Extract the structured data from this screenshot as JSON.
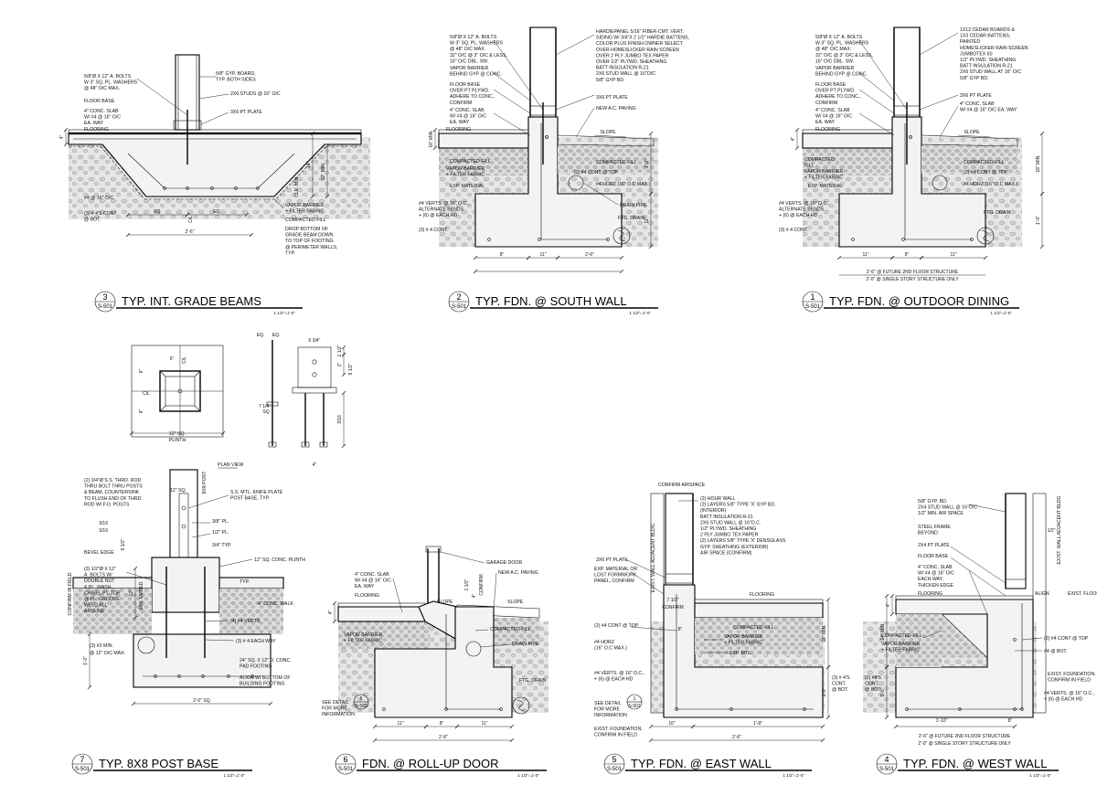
{
  "sheet": "S-501",
  "details": [
    {
      "id": "det3",
      "number": "3",
      "title": "TYP. INT. GRADE BEAMS",
      "scale": "1 1/2\"=1'-0\"",
      "labels": [
        "5/8\"Ø X 12\" A. BOLTS",
        "W 3\" SQ. PL. WASHERS",
        "@ 48\" O/C MAX.",
        "5/8\" GYP. BOARD,",
        "TYP. BOTH SIDES",
        "2X6 STUDS @ 16\" O/C",
        "FLOOR BASE",
        "4\" CONC. SLAB",
        "W/ #4 @ 16\" O/C",
        "EA. WAY",
        "3X6 PT PLATE",
        "FLOORING",
        "#4 @ 16\" O/C",
        "(3) # 4'S CONT.",
        "@ BOT.",
        "VAPOR BARRIER",
        "+ FILTER FABRIC",
        "COMPACTED FILL",
        "DROP BOTTOM OF",
        "GRADE BEAM DOWN",
        "TO TOP OF FOOTING",
        "@ PERIMETER WALLS,",
        "TYP."
      ],
      "dims": [
        "4\"",
        "14\"",
        "12\" MIN.",
        "EQ.",
        "EQ.",
        "2'-6\"",
        "CLR. MIN.",
        "C/L"
      ]
    },
    {
      "id": "det2",
      "number": "2",
      "title": "TYP. FDN. @ SOUTH WALL",
      "scale": "1 1/2\"=1'-0\"",
      "labels": [
        "5/8\"Ø X 12\" A. BOLTS",
        "W 3\" SQ. PL. WASHERS",
        "@ 48\" O/C MAX.",
        "32\" O/C @ 3\" O/C & LESS,",
        "16\" O/C DBL. SW.",
        "VAPOR BARRIER",
        "BEHIND GYP @ CONC.",
        "FLOOR BASE",
        "OVER PT PLYWD.",
        "ADHERE TO CONC.,",
        "CONFIRM",
        "4\" CONC. SLAB",
        "W/ #4 @ 16\" O/C",
        "EA. WAY",
        "FLOORING",
        "COMPACTED FILL",
        "VAPOR BARRIER",
        "+ FILTER FABRIC",
        "EXP. MATERIAL",
        "#4 VERTS. @ 16\" O.C.,",
        "ALTERNATE BENDS",
        "+ (6) @ EACH HD",
        "(3) # 4 CONT.",
        "HARDIEPANEL 5/16\" FIBER-CMT. VERT.",
        "SIDING W/ 3/4\"X 2 1/2\" HARDIE BATTENS,",
        "COLOR PLUS FINISH OWNER SELECT",
        "OVER HOMESLICKER RAIN SCREEN",
        "OVER 2 PLY JUMBO TEX PAPER",
        "OVER 1/2\" PLYWD. SHEATHING",
        "BATT INSULATION R-21",
        "2X6 STUD WALL @ 16\"O/C",
        "5/8\" GYP BD.",
        "3X6 PT PLATE",
        "NEW A.C. PAVING",
        "SLOPE",
        "COMPACTED FILL",
        "(2) #4 CONT @ TOP",
        "#4 HORZ (16\" O.C MAX.)",
        "DRAIN PIPE",
        "FTG. DRAIN"
      ],
      "dims": [
        "4\"",
        "18\" MIN.",
        "1'-0\"",
        "11\"",
        "8\"",
        "11\"",
        "2'-6\""
      ]
    },
    {
      "id": "det1",
      "number": "1",
      "title": "TYP. FDN. @ OUTDOOR DINING",
      "scale": "1 1/2\"=1'-0\"",
      "labels": [
        "5/8\"Ø X 12\" A. BOLTS",
        "W 3\" SQ. PL. WASHERS",
        "@ 48\" O/C MAX.",
        "32\" O/C @ 3\" O/C & LESS,",
        "16\" O/C DBL. SW.",
        "VAPOR BARRIER",
        "BEHIND GYP @ CONC.",
        "FLOOR BASE",
        "OVER PT PLYWD.",
        "ADHERE TO CONC.,",
        "CONFIRM",
        "4\" CONC. SLAB",
        "W/ #4 @ 16\" O/C",
        "EA. WAY",
        "FLOORING",
        "COMPACTED",
        "FILL",
        "VAPOR BARRIER",
        "+ FILTER FABRIC",
        "EXP. MATERIAL",
        "#4 VERTS. @ 16\" O.C.,",
        "ALTERNATE BENDS",
        "+ (6) @ EACH HD",
        "(3) # 4 CONT.",
        "1X12 CEDAR BOARDS &",
        "1X3 CEDAR BATTENS,",
        "PAINTED",
        "HOMESLICKER RAIN SCREEN",
        "JUMBOTEX 60",
        "1/2\" PLYWD. SHEATHING",
        "BATT INSULATION R-21",
        "2X6 STUD WALL AT 16\" O/C",
        "5/8\" GYP BD.",
        "3X6 PT PLATE",
        "4\" CONC. SLAB",
        "W/ #4 @ 16\" O/C EA. WAY",
        "SLOPE",
        "COMPACTED FILL",
        "(2) #4 CONT @ TOP",
        "#4 HORZ (16\" O.C MAX.)",
        "FTG. DRAIN"
      ],
      "dims": [
        "4\"",
        "18\" MIN.",
        "1'-0\"",
        "11\"",
        "8\"",
        "11\"",
        "2'-6\" @ FUTURE 2ND FLOOR STRUCTURE",
        "2'-0\" @ SINGLE STORY STRUCTURE ONLY"
      ]
    },
    {
      "id": "det7",
      "number": "7",
      "title": "TYP. 8X8 POST BASE",
      "scale": "1 1/2\"=1'-0\"",
      "labels": [
        "PLAN VIEW",
        "12\" SQ.",
        "PLINTH",
        "(2) 3/4\"Ø S.S. THRD. ROD",
        "THRU BOLT THRU POSTS",
        "& BEAM, COUNTERSINK",
        "TO FLUSH END OF THRD.",
        "ROD W/ F.O. POSTS",
        "8X8 POST",
        "12\" SQ.",
        "3/8\" PL.",
        "1/2\" PL.",
        "3/4\" TYP.",
        "S.S. MTL. KNIFE PLATE",
        "POST BASE, TYP.",
        "BEVEL EDGE",
        "12\" SQ. CONC. PLINTH",
        "(2) 1/2\"Ø X 12\"",
        "A. BOLTS W/",
        "DOUBLE NUT",
        "& PL. WASH.",
        "CHISEL PT. TOP",
        "@ PL. GROOVE",
        "WELD ALL",
        "AROUND",
        "TYP.",
        "4\" CONC. WALK",
        "(4) #4 VERTS.",
        "(3) # 4 EACH WAY",
        "(3) #3 MIN.",
        "@ 12\" O/C MAX.",
        "CONFIRM IN FIELD",
        "MIN. EMBED",
        "24\" SQ. X 12\" D. CONC.",
        "PAD FOOTING",
        "ALIGN W/ BOTTOM OF",
        "BUILDING FOOTING"
      ],
      "dims": [
        "EQ.",
        "EQ.",
        "6 3/4\"",
        "1 1/2\"",
        "2\"",
        "9 1/2\"",
        "C/L",
        "C/L",
        "6\"",
        "6\"",
        "6\"",
        "6\"",
        "7 1/4\"",
        "SQ.",
        "4\"",
        "3/16",
        "3/16",
        "12\"",
        "1'-0\"",
        "2'-0\" SQ."
      ]
    },
    {
      "id": "det6",
      "number": "6",
      "title": "FDN. @ ROLL-UP DOOR",
      "scale": "1 1/2\"=1'-0\"",
      "labels": [
        "GARAGE DOOR",
        "4\" CONC. SLAB",
        "W/ #4 @ 16\" O/C",
        "EA. WAY",
        "NEW A.C. PAVING",
        "FLOORING",
        "SLOPE",
        "SLOPE",
        "VAPOR BARRIER",
        "+ FILTER FABRIC",
        "COMPACTED FILL",
        "DRAIN PIPE",
        "FTG. DRAIN",
        "SEE DETAIL",
        "FOR MORE",
        "INFORMATION",
        "CONFIRM"
      ],
      "dims": [
        "4\"",
        "1 1/2\"",
        "4\"",
        "11\"",
        "8\"",
        "11\"",
        "2'-6\""
      ]
    },
    {
      "id": "det5",
      "number": "5",
      "title": "TYP. FDN. @ EAST WALL",
      "scale": "1 1/2\"=1'-0\"",
      "labels": [
        "CONFIRM AIRSPACE",
        "(2) HOUR WALL",
        "(2) LAYERS 5/8\" TYPE 'X' GYP BD.",
        "(INTERIOR)",
        "BATT INSULATION R-21",
        "2X6 STUD WALL @ 16\"O.C.",
        "1/2\" PLYWD. SHEATHING",
        "2 PLY JUMBO TEX PAPER",
        "(2) LAYERS 5/8\" TYPE 'X' DENSGLASS",
        "GYP. SHEATHING (EXTERIOR)",
        "AIR SPACE (CONFIRM)",
        "EXIST. WALL ADJACENT BLDG.",
        "3X6 PT PLATE",
        "EXP. MATERIAL OR",
        "LOST FORMWORK",
        "PANEL, CONFIRM",
        "FLOORING",
        "COMPACTED FILL",
        "VAPOR BARRIER",
        "+ FILTER FABRIC",
        "EXP. MTL.",
        "(2) #4 CONT @ TOP",
        "#4 HORZ",
        "(16\" O.C MAX.)",
        "#4 VERTS. @ 16\" O.C.,",
        "+ (6) @ EACH HD",
        "(3) # 4'S",
        "CONT.",
        "@ BOT.",
        "SEE DETAIL",
        "FOR MORE",
        "INFORMATION",
        "EXIST. FOUNDATION,",
        "CONFIRM IN FIELD",
        "CONFIRM"
      ],
      "dims": [
        "7 1/2\"",
        "8\"",
        "18\" MIN.",
        "1'-0\"",
        "10\"",
        "1'-8\"",
        "2'-6\""
      ]
    },
    {
      "id": "det4",
      "number": "4",
      "title": "TYP. FDN. @ WEST WALL",
      "scale": "1 1/2\"=1'-0\"",
      "labels": [
        "5/8\" GYP. BD.",
        "2X4 STUD WALL @ 16\"O/C",
        "1/2\" MIN. AIR SPACE",
        "STEEL FRAME",
        "BEYOND",
        "2X4 PT PLATE",
        "FLOOR BASE",
        "4\" CONC. SLAB",
        "W/ #4 @ 16\" O/C",
        "EACH WAY,",
        "THICKEN EDGE",
        "FLOORING",
        "COMPACTED FILL",
        "VAPOR BARRIER",
        "+ FILTER FABRIC",
        "(2) #4'S",
        "CONT.",
        "@ BOT.",
        "EXIST. WALL ADJACENT BLDG",
        "ALIGN",
        "EXIST. FLOOR",
        "(2) #4 CONT @ TOP",
        "#4 @ BOT.",
        "EXIST. FOUNDATION,",
        "CONFIRM IN FIELD",
        "#4 VERTS. @ 16\" O.C.,",
        "+ (6) @ EACH HD"
      ],
      "dims": [
        "1/2\"",
        "4\"",
        "14\" MIN.",
        "1'-0\"",
        "1'-10\"",
        "8\"",
        "2'-6\" @ FUTURE 2ND FLOOR STRUCTURE",
        "2'-0\" @ SINGLE STORY STRUCTURE ONLY"
      ]
    }
  ]
}
